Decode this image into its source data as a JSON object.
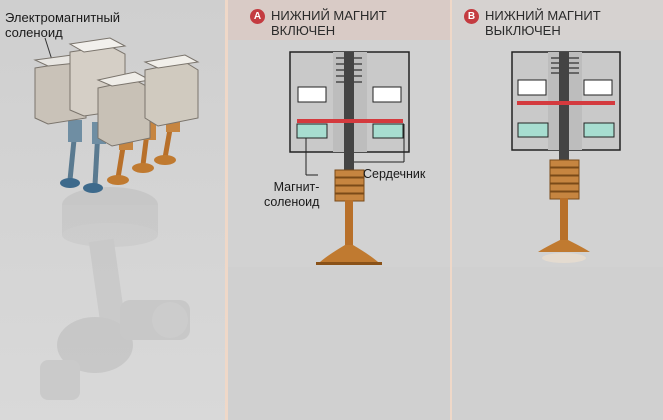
{
  "left_panel": {
    "caption_line1": "Электромагнитный",
    "caption_line2": "соленоид"
  },
  "panel_a": {
    "badge": "A",
    "title_line1": "НИЖНИЙ МАГНИТ",
    "title_line2": "ВКЛЮЧЕН",
    "label_solenoid_line1": "Магнит-",
    "label_solenoid_line2": "соленоид",
    "label_core": "Сердечник"
  },
  "panel_b": {
    "badge": "B",
    "title_line1": "НИЖНИЙ МАГНИТ",
    "title_line2": "ВЫКЛЮЧЕН"
  },
  "colors": {
    "accent_red": "#d43a3e",
    "coil_green": "#a7ddd0",
    "housing": "#c9c9c9",
    "valve_bronze": "#b8702a",
    "badge": "#c43b40"
  }
}
